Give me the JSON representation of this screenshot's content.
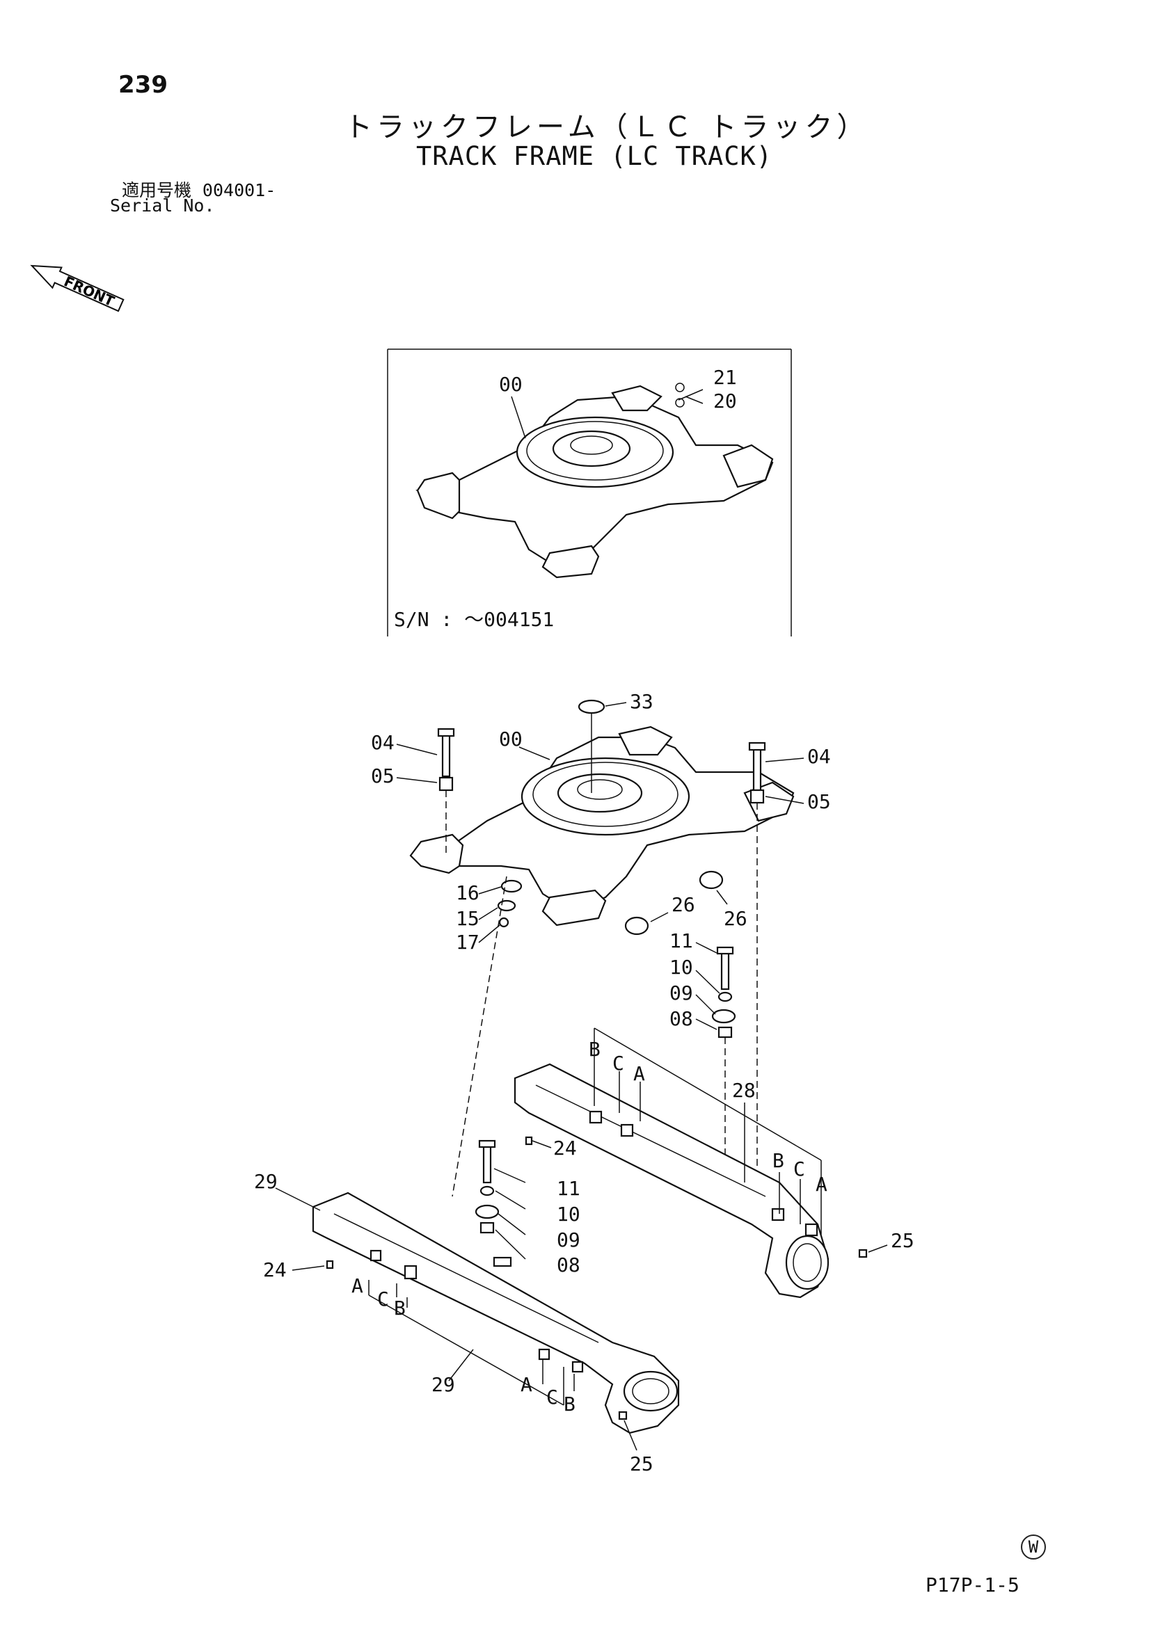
{
  "page_number": "239",
  "title_jp": "トラックフレーム（ＬＣ トラック）",
  "title_en": "TRACK FRAME (LC TRACK)",
  "serial": {
    "label_jp": "適用号機",
    "value": "004001-",
    "label_en": "Serial No."
  },
  "front_label": "FRONT",
  "inset": {
    "serial_range": "S/N :  ～004151",
    "callouts": [
      "00",
      "21",
      "20"
    ]
  },
  "callouts": [
    "33",
    "04",
    "00",
    "04",
    "05",
    "05",
    "16",
    "15",
    "17",
    "26",
    "26",
    "11",
    "10",
    "09",
    "08",
    "B",
    "C",
    "A",
    "28",
    "B",
    "C",
    "A",
    "24",
    "29",
    "11",
    "10",
    "09",
    "08",
    "25",
    "24",
    "A",
    "C",
    "B",
    "29",
    "A",
    "C",
    "B",
    "25"
  ],
  "footer_code": "P17P-1-5",
  "watermark": "W"
}
